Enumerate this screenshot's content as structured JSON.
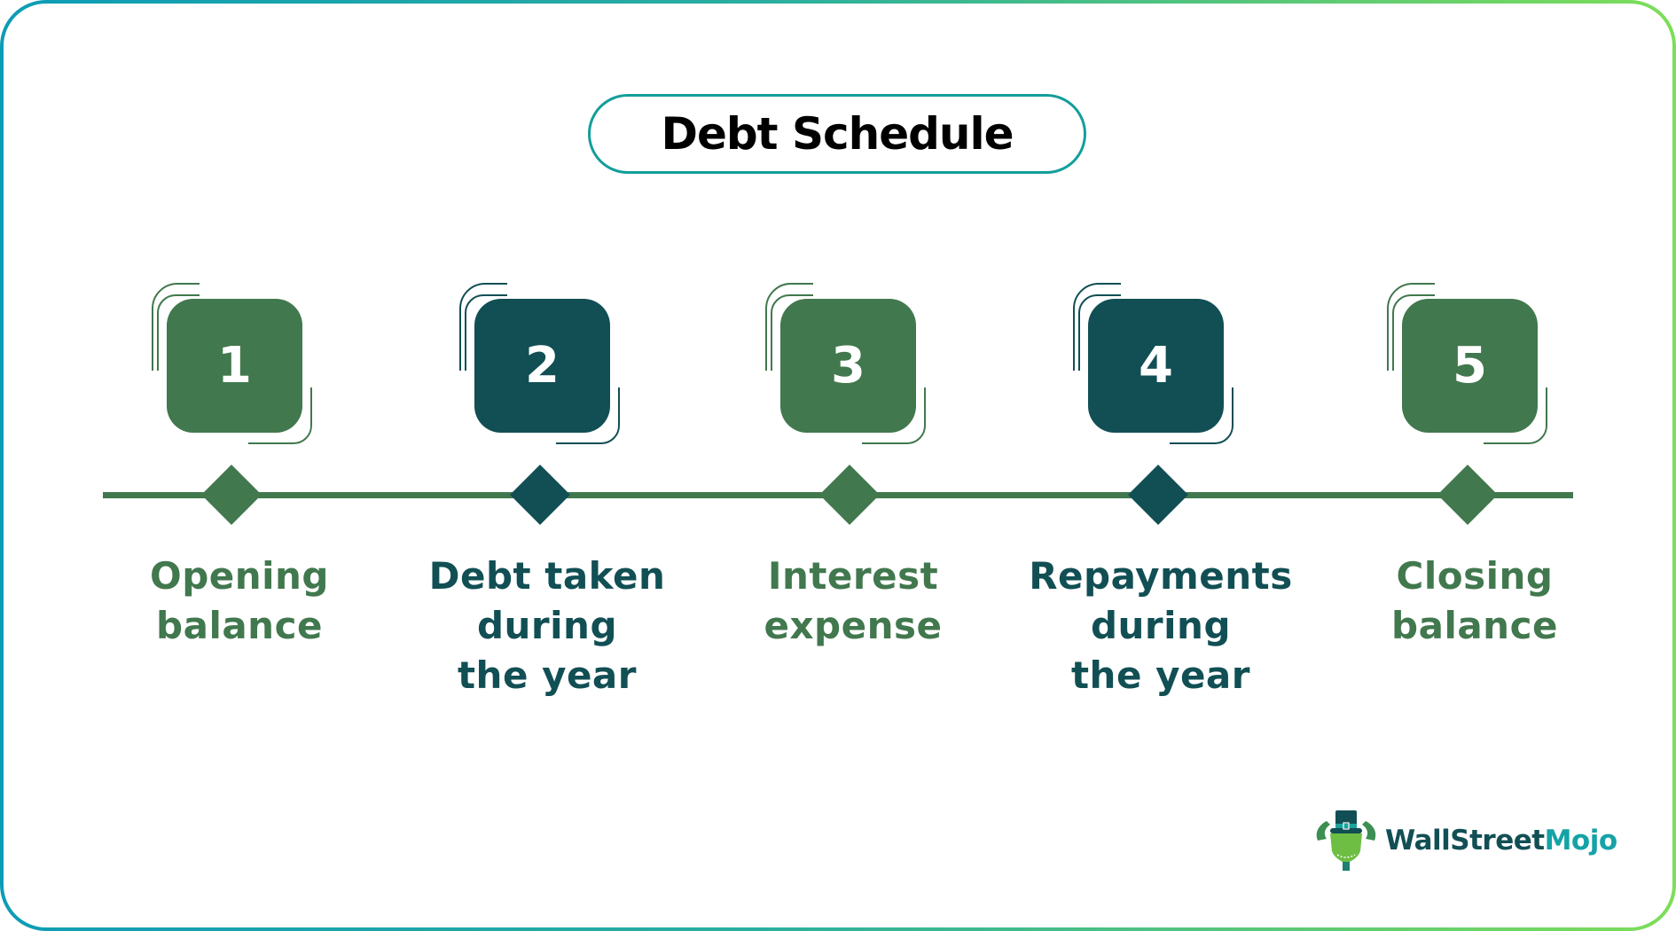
{
  "title": "Debt Schedule",
  "colors": {
    "green": "#41784e",
    "dark_teal": "#114f54",
    "title_border": "#139e9b",
    "frame_gradient_start": "#0d9cb6",
    "frame_gradient_end": "#7dde58",
    "logo_dark": "#124f55",
    "logo_accent": "#14a3a6"
  },
  "steps": [
    {
      "number": "1",
      "color": "green",
      "label_lines": [
        "Opening",
        "balance"
      ]
    },
    {
      "number": "2",
      "color": "dark_teal",
      "label_lines": [
        "Debt taken",
        "during",
        "the year"
      ]
    },
    {
      "number": "3",
      "color": "green",
      "label_lines": [
        "Interest",
        "expense"
      ]
    },
    {
      "number": "4",
      "color": "dark_teal",
      "label_lines": [
        "Repayments",
        "during",
        "the year"
      ]
    },
    {
      "number": "5",
      "color": "green",
      "label_lines": [
        "Closing",
        "balance"
      ]
    }
  ],
  "logo": {
    "part1": "WallStreet",
    "part2": "Mojo",
    "icon": "bull-with-top-hat-icon"
  }
}
